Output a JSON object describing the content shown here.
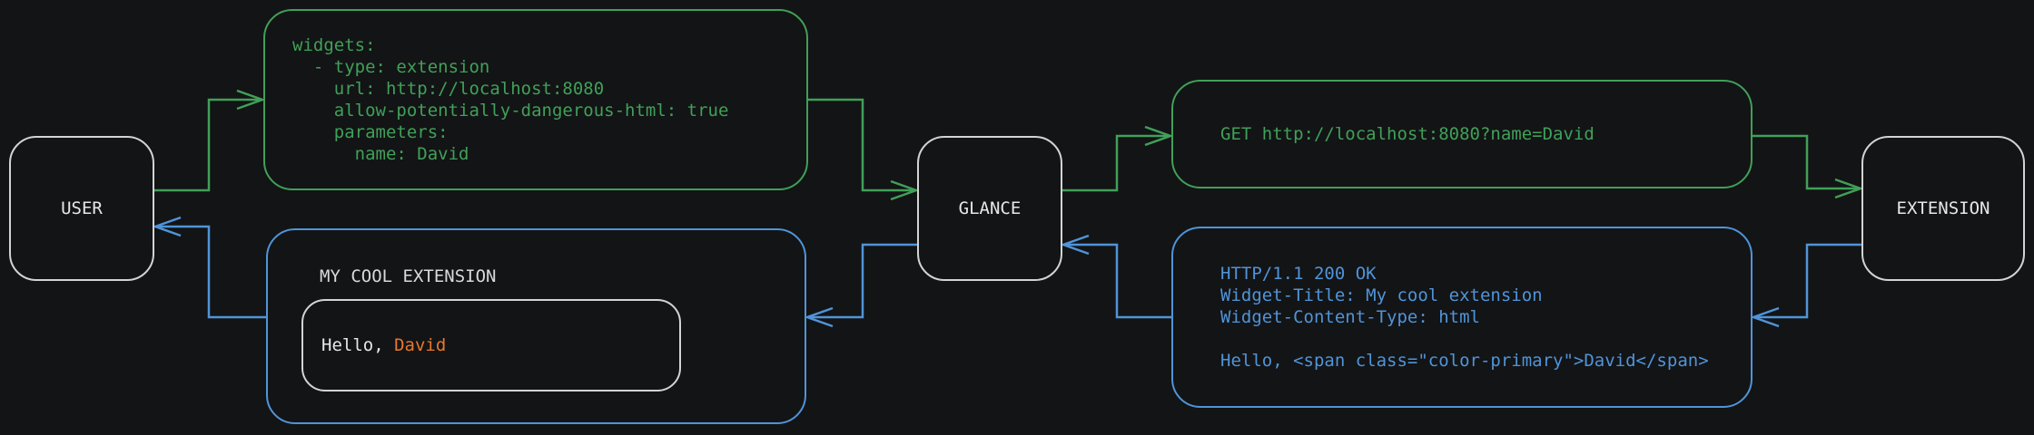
{
  "colors": {
    "green": "#40a058",
    "blue": "#5094d8",
    "orange": "#e8772e",
    "node-border": "#d2d4d4",
    "text-primary": "#e6e7e7",
    "text-dim": "#d8dada",
    "bg": "#131416"
  },
  "nodes": {
    "user": "USER",
    "glance": "GLANCE",
    "extension": "EXTENSION"
  },
  "config_request": {
    "lines": [
      "widgets:",
      "  - type: extension",
      "    url: http://localhost:8080",
      "    allow-potentially-dangerous-html: true",
      "    parameters:",
      "      name: David"
    ]
  },
  "http_request": {
    "text": "GET http://localhost:8080?name=David"
  },
  "http_response": {
    "lines": [
      "HTTP/1.1 200 OK",
      "Widget-Title: My cool extension",
      "Widget-Content-Type: html",
      "",
      "Hello, <span class=\"color-primary\">David</span>"
    ]
  },
  "widget_preview": {
    "title": "MY COOL EXTENSION",
    "greeting": {
      "prefix": "Hello, ",
      "name": "David"
    }
  }
}
